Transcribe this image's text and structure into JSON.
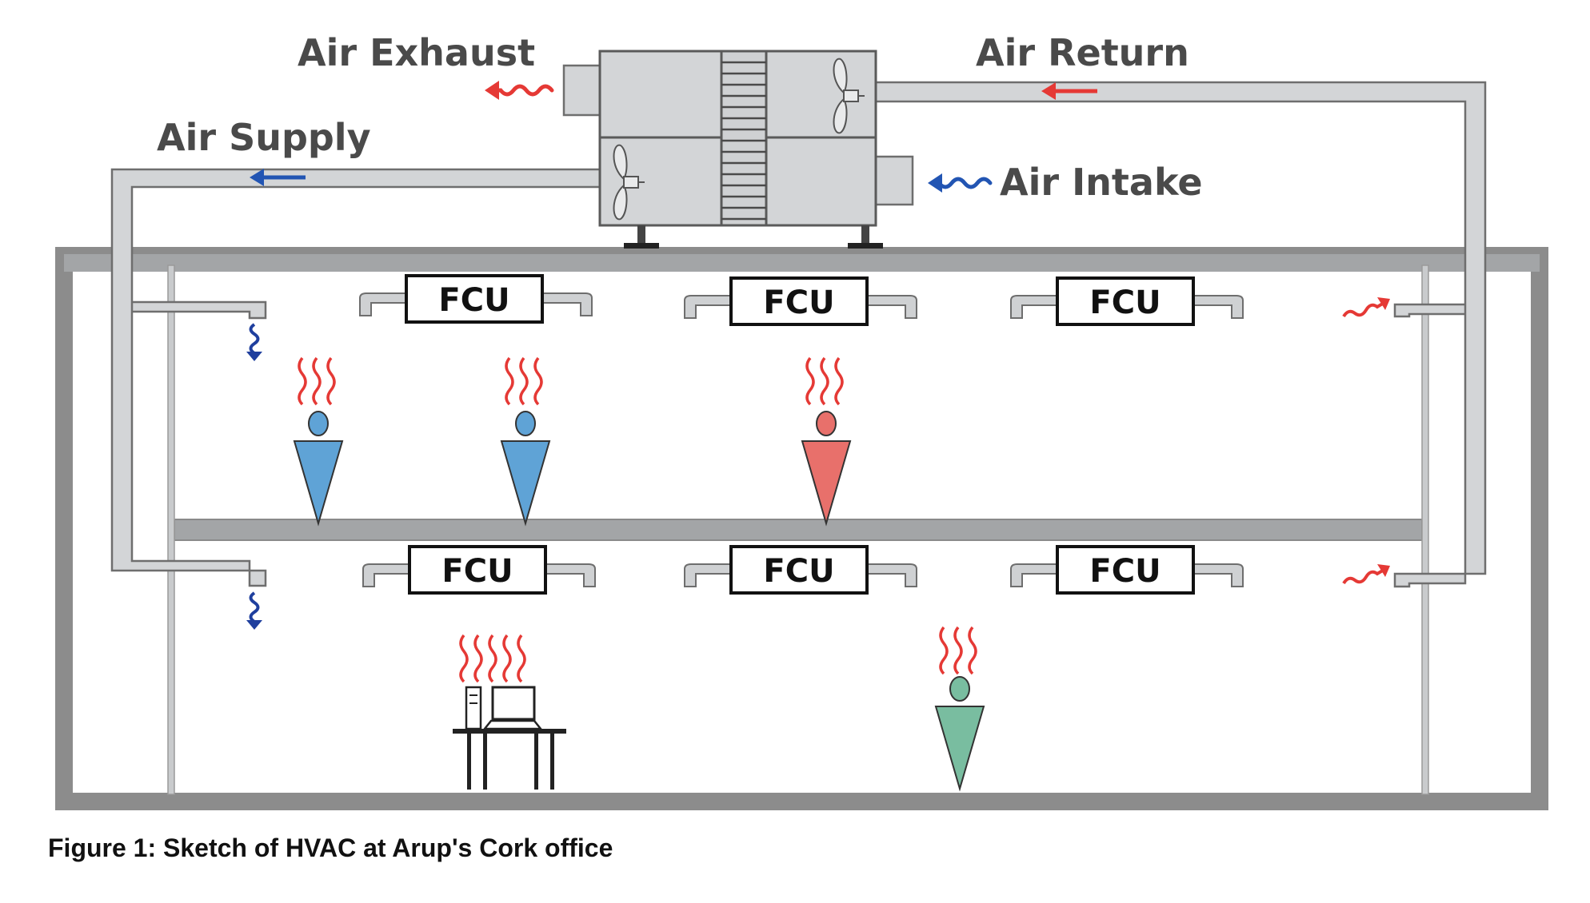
{
  "labels": {
    "air_exhaust": "Air Exhaust",
    "air_return": "Air Return",
    "air_supply": "Air Supply",
    "air_intake": "Air Intake"
  },
  "fcu_units": [
    {
      "label": "FCU"
    },
    {
      "label": "FCU"
    },
    {
      "label": "FCU"
    },
    {
      "label": "FCU"
    },
    {
      "label": "FCU"
    },
    {
      "label": "FCU"
    }
  ],
  "caption": "Figure 1: Sketch of HVAC at Arup's Cork office",
  "colors": {
    "duct_fill": "#d3d5d7",
    "duct_stroke": "#6e6e6e",
    "warm_air": "#e53935",
    "cool_air": "#2255b3",
    "occupant_cool": "#5fa3d6",
    "occupant_warm": "#e8706b",
    "occupant_neutral": "#79bda0"
  },
  "icons": [
    "fan-icon",
    "heat-wave-icon",
    "occupant-icon",
    "computer-icon",
    "desk-icon",
    "arrow-icon"
  ]
}
